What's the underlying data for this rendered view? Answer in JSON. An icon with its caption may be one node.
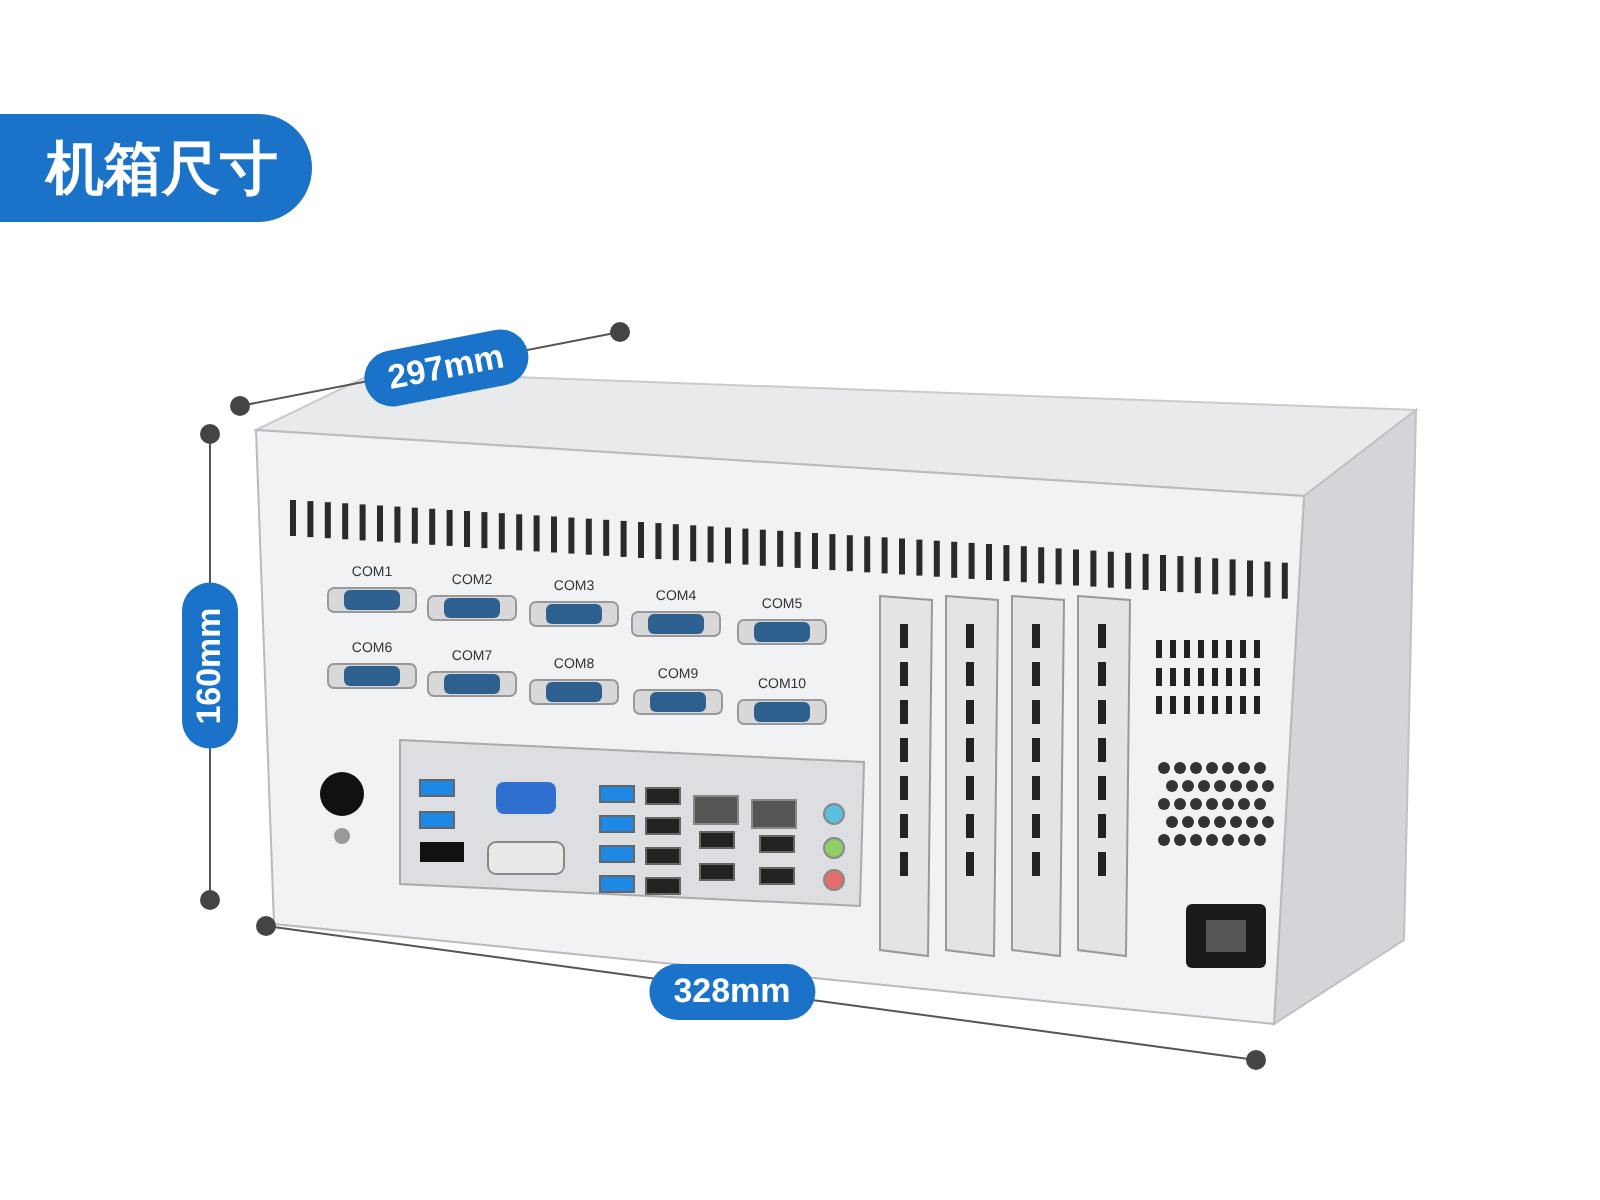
{
  "diagram": {
    "title": "机箱尺寸",
    "labels": [
      "297mm",
      "160mm",
      "COM1",
      "COM2",
      "COM3",
      "COM4",
      "COM5",
      "COM6",
      "COM7",
      "COM8",
      "COM9",
      "COM10",
      "328mm"
    ]
  }
}
